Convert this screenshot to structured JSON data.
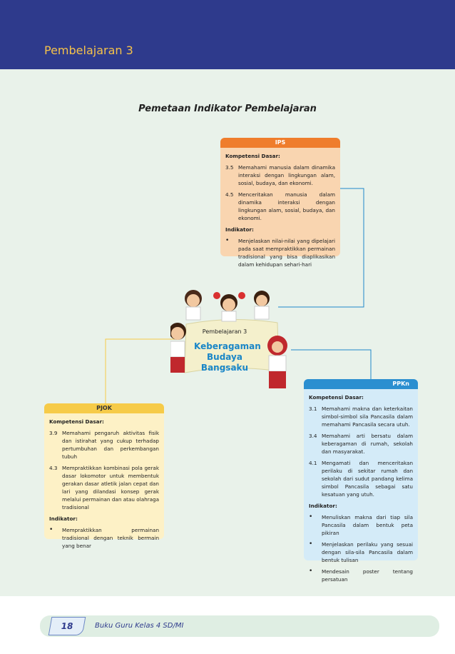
{
  "header": {
    "lesson_title": "Pembelajaran 3"
  },
  "page_heading": "Pemetaan Indikator Pembelajaran",
  "center": {
    "label": "Pembelajaran 3",
    "title_lines": [
      "Keberagaman",
      "Budaya",
      "Bangsaku"
    ]
  },
  "ips": {
    "title": "IPS",
    "kd_label": "Kompetensi Dasar:",
    "kd": [
      {
        "num": "3.5",
        "text": "Memahami manusia dalam dinamika interaksi dengan lingkungan alam, sosial, budaya, dan ekonomi."
      },
      {
        "num": "4.5",
        "text": "Menceritakan manusia dalam dinamika interaksi dengan lingkungan alam, sosial, budaya, dan ekonomi."
      }
    ],
    "ind_label": "Indikator:",
    "indicators": [
      "Menjelaskan nilai-nilai yang dipelajari pada saat mempraktikkan permainan tradisional yang bisa diaplikasikan dalam kehidupan sehari-hari"
    ]
  },
  "ppkn": {
    "title": "PPKn",
    "kd_label": "Kompetensi Dasar:",
    "kd": [
      {
        "num": "3.1",
        "text": "Memahami makna dan keterkaitan simbol-simbol sila Pancasila dalam memahami Pancasila secara utuh."
      },
      {
        "num": "3.4",
        "text": "Memahami arti bersatu dalam keberagaman di rumah, sekolah dan masyarakat."
      },
      {
        "num": "4.1",
        "text": "Mengamati dan menceritakan perilaku di sekitar rumah dan sekolah dari sudut pandang kelima simbol Pancasila sebagai satu kesatuan yang utuh."
      }
    ],
    "ind_label": "Indikator:",
    "indicators": [
      "Menuliskan makna dari tiap sila Pancasila dalam bentuk peta pikiran",
      "Menjelaskan perilaku yang sesuai dengan sila-sila Pancasila dalam bentuk tulisan",
      "Mendesain poster tentang persatuan"
    ]
  },
  "pjok": {
    "title": "PJOK",
    "kd_label": "Kompetensi Dasar:",
    "kd": [
      {
        "num": "3.9",
        "text": "Memahami pengaruh aktivitas fisik dan istirahat yang cukup terhadap pertumbuhan dan perkembangan tubuh"
      },
      {
        "num": "4.3",
        "text": "Mempraktikkan kombinasi pola gerak dasar lokomotor untuk membentuk gerakan dasar atletik jalan cepat dan lari yang dilandasi konsep gerak melalui permainan dan atau olahraga tradisional"
      }
    ],
    "ind_label": "Indikator:",
    "indicators": [
      "Mempraktikkan permainan tradisional dengan teknik bermain yang benar"
    ]
  },
  "footer": {
    "page_number": "18",
    "book_title": "Buku Guru Kelas 4 SD/MI"
  },
  "colors": {
    "brand": "#2e3a8c",
    "ips": "#ef7d2c",
    "ppkn": "#2b8fd0",
    "pjok": "#f6cb48"
  }
}
